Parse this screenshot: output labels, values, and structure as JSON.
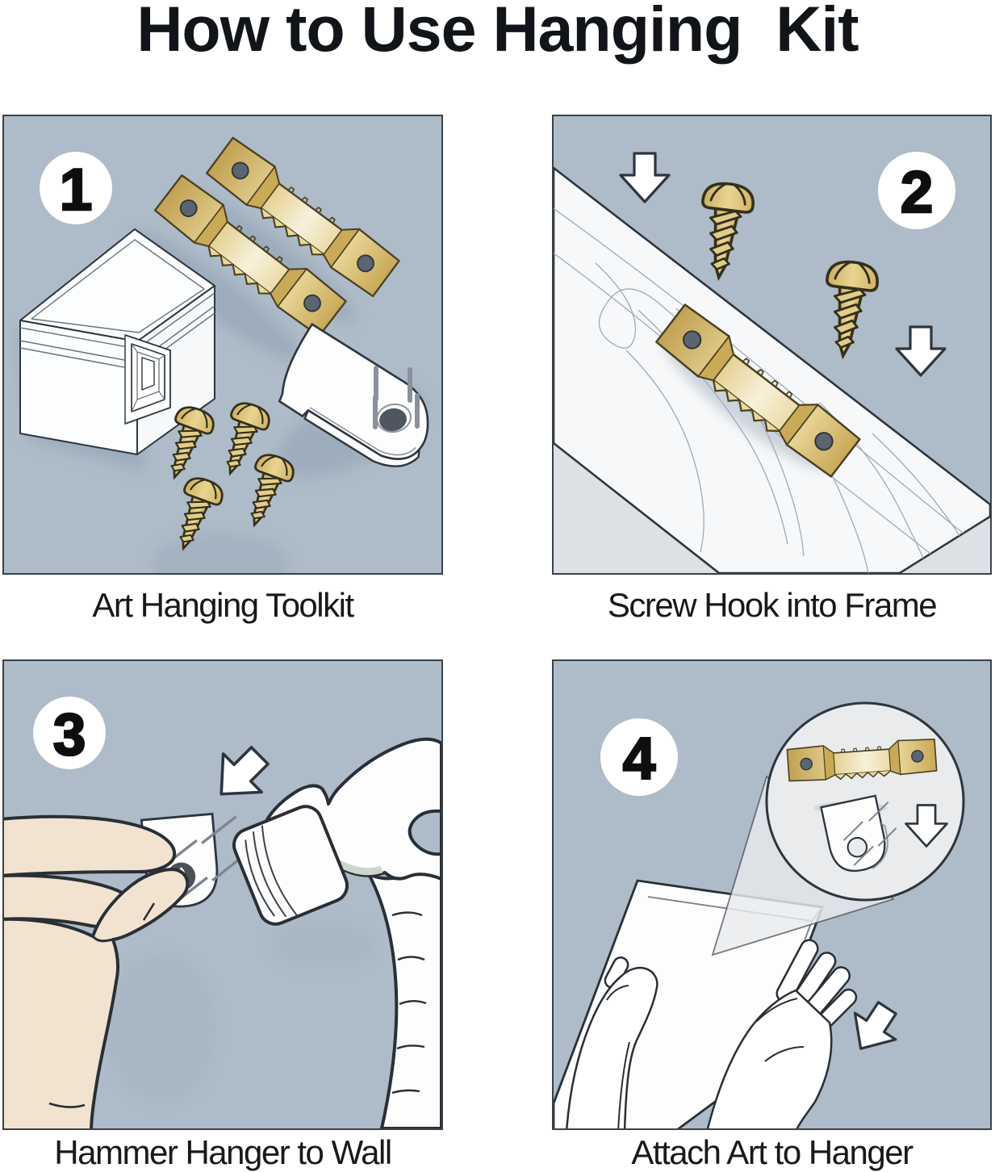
{
  "title": "How to Use Hanging  Kit",
  "panels": [
    {
      "number": "1",
      "caption": "Art Hanging Toolkit"
    },
    {
      "number": "2",
      "caption": "Screw Hook into Frame"
    },
    {
      "number": "3",
      "caption": "Hammer Hanger to Wall"
    },
    {
      "number": "4",
      "caption": "Attach Art to Hanger"
    }
  ],
  "colors": {
    "panel_background": "#aebbc8",
    "panel_border": "#3a4149",
    "brass_light": "#f7f1da",
    "brass_mid": "#d9be77",
    "brass_dark": "#b69343",
    "outline_dark": "#2e353d",
    "skin": "#f2e3d0",
    "shadow_on_wall": "#8ea0b2",
    "paper_white": "#fdfdfe",
    "magnifier_fill": "#e9ebed"
  }
}
